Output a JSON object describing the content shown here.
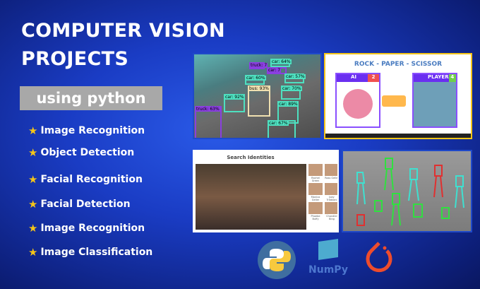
{
  "title": {
    "line1": "COMPUTER VISION",
    "line2": "PROJECTS"
  },
  "subtitle": "using python",
  "features": [
    {
      "icon": "star-icon",
      "label": "Image Recognition"
    },
    {
      "icon": "star-icon",
      "label": "Object Detection"
    },
    {
      "icon": "star-icon",
      "label": "Facial Recognition"
    },
    {
      "icon": "star-icon",
      "label": "Facial Detection"
    },
    {
      "icon": "star-icon",
      "label": "Image Recognition"
    },
    {
      "icon": "star-icon",
      "label": "Image Classification"
    }
  ],
  "traffic": {
    "labels": [
      "car: 64%",
      "truck: 7",
      "car: 7",
      "car: 60%",
      "bus: 93%",
      "car: 57%",
      "car: 92%",
      "car: 70%",
      "car: 89%",
      "truck: 63%",
      "car: 67%"
    ]
  },
  "rps": {
    "title": "ROCK - PAPER - SCISSOR",
    "ai_label": "AI",
    "ai_score": "2",
    "player_label": "PLAYER",
    "player_score": "4"
  },
  "friends": {
    "heading": "Search Identities",
    "faces": [
      "Rachel Green",
      "Ross Geller",
      "Monica Geller",
      "Joey Tribbiani",
      "Phoebe Buffy",
      "Chandler Bing"
    ]
  },
  "logos": {
    "numpy": "NumPy"
  },
  "colors": {
    "star": "#f5c518",
    "subtitle_bg": "#a8a8a8",
    "background": "#1a3cc4"
  }
}
